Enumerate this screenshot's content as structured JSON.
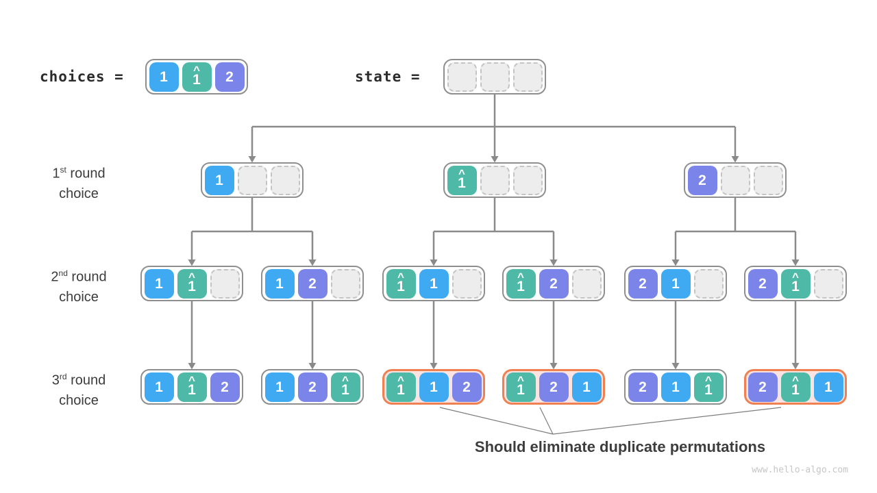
{
  "header": {
    "choices_label": "choices =",
    "state_label": "state ="
  },
  "row_labels": [
    {
      "num": "1",
      "sup": "st",
      "rest": " round",
      "line2": "choice"
    },
    {
      "num": "2",
      "sup": "nd",
      "rest": " round",
      "line2": "choice"
    },
    {
      "num": "3",
      "sup": "rd",
      "rest": " round",
      "line2": "choice"
    }
  ],
  "cell_types": {
    "1": {
      "label": "1",
      "hat": false,
      "color": "#3fa9f1"
    },
    "1h": {
      "label": "1",
      "hat": true,
      "color": "#4db9a6"
    },
    "2": {
      "label": "2",
      "hat": false,
      "color": "#7b84e8"
    }
  },
  "tree": {
    "choices": {
      "cells": [
        "1",
        "1h",
        "2"
      ]
    },
    "root": {
      "cells": [
        "",
        "",
        ""
      ]
    },
    "level1": [
      {
        "cells": [
          "1",
          "",
          ""
        ]
      },
      {
        "cells": [
          "1h",
          "",
          ""
        ]
      },
      {
        "cells": [
          "2",
          "",
          ""
        ]
      }
    ],
    "level2": [
      {
        "cells": [
          "1",
          "1h",
          ""
        ]
      },
      {
        "cells": [
          "1",
          "2",
          ""
        ]
      },
      {
        "cells": [
          "1h",
          "1",
          ""
        ]
      },
      {
        "cells": [
          "1h",
          "2",
          ""
        ]
      },
      {
        "cells": [
          "2",
          "1",
          ""
        ]
      },
      {
        "cells": [
          "2",
          "1h",
          ""
        ]
      }
    ],
    "level3": [
      {
        "cells": [
          "1",
          "1h",
          "2"
        ],
        "duplicate": false
      },
      {
        "cells": [
          "1",
          "2",
          "1h"
        ],
        "duplicate": false
      },
      {
        "cells": [
          "1h",
          "1",
          "2"
        ],
        "duplicate": true
      },
      {
        "cells": [
          "1h",
          "2",
          "1"
        ],
        "duplicate": true
      },
      {
        "cells": [
          "2",
          "1",
          "1h"
        ],
        "duplicate": false
      },
      {
        "cells": [
          "2",
          "1h",
          "1"
        ],
        "duplicate": true
      }
    ]
  },
  "annotation": {
    "text": "Should eliminate duplicate permutations"
  },
  "watermark": "www.hello-algo.com",
  "colors": {
    "blue": "#3fa9f1",
    "teal": "#4db9a6",
    "purple": "#7b84e8",
    "node_border": "#8e8e8e",
    "empty_cell_bg": "#ededed",
    "empty_cell_border": "#c4c4c4",
    "duplicate_border": "#ef8052",
    "duplicate_bg": "#fae3e1",
    "arrow": "#8a8a8a",
    "text": "#3b3b3b",
    "watermark": "#c6c6c6"
  }
}
